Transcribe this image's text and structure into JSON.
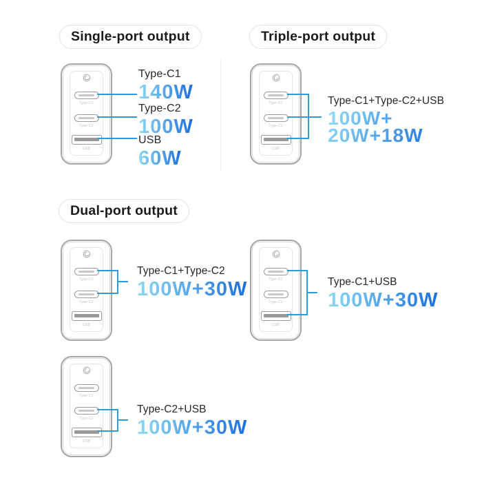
{
  "colors": {
    "accent_line": "#2f9bd8",
    "gradient_start": "#8ed9f4",
    "gradient_end": "#1b6fdf",
    "heading_text": "#1b1b1b",
    "label_text": "#282828",
    "device_outline": "#a6a6a6"
  },
  "headings": {
    "single": "Single-port output",
    "triple": "Triple-port output",
    "dual": "Dual-port output"
  },
  "single_section": {
    "rows": [
      {
        "port": "Type-C1",
        "watts": "140W"
      },
      {
        "port": "Type-C2",
        "watts": "100W"
      },
      {
        "port": "USB",
        "watts": "60W"
      }
    ]
  },
  "triple_section": {
    "combo_label": "Type-C1+Type-C2+USB",
    "watts_line1": "100W+",
    "watts_line2": "20W+18W"
  },
  "dual_section": {
    "left": {
      "combo_label": "Type-C1+Type-C2",
      "watts": "100W+30W"
    },
    "right": {
      "combo_label": "Type-C1+USB",
      "watts": "100W+30W"
    },
    "bottom": {
      "combo_label": "Type-C2+USB",
      "watts": "100W+30W"
    }
  },
  "device": {
    "port_labels": {
      "c1": "Type-C1",
      "c2": "Type-C2",
      "usb": "USB"
    }
  }
}
